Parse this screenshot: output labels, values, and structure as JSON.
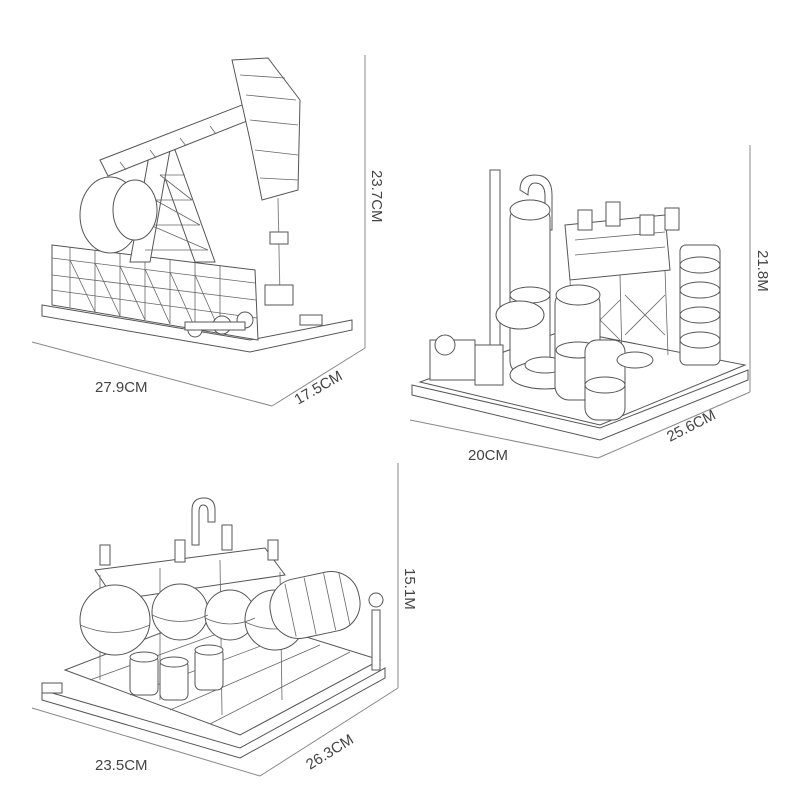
{
  "colors": {
    "background": "#ffffff",
    "line": "#555555",
    "text": "#444444"
  },
  "models": [
    {
      "name": "pumpjack",
      "dims": {
        "width": "27.9CM",
        "depth": "17.5CM",
        "height": "23.7CM"
      }
    },
    {
      "name": "refinery-towers",
      "dims": {
        "width": "20CM",
        "depth": "25.6CM",
        "height": "21.8M"
      }
    },
    {
      "name": "spherical-tanks",
      "dims": {
        "width": "23.5CM",
        "depth": "26.3CM",
        "height": "15.1M"
      }
    }
  ]
}
